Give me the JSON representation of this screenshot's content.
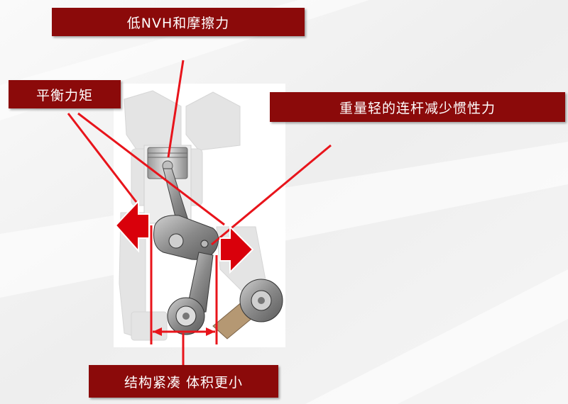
{
  "labels": {
    "top": "低NVH和摩擦力",
    "left": "平衡力矩",
    "right": "重量轻的连杆减少惯性力",
    "bottom": "结构紧凑 体积更小"
  },
  "colors": {
    "label_bg": "#8b0a0a",
    "line": "#e8141b",
    "arrow": "#d9000b",
    "background": "#f4f4f4"
  }
}
